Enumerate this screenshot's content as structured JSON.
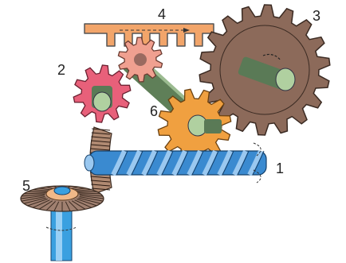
{
  "labels": {
    "worm": "1",
    "small_gear": "2",
    "large_gear": "3",
    "rack": "4",
    "bevel_gear": "5",
    "middle_gear": "6"
  },
  "colors": {
    "background": "#ffffff",
    "rack": "#f2a56a",
    "large_gear": "#8c6a5a",
    "small_gear": "#e8607a",
    "pinion_gear": "#f0a090",
    "middle_gear": "#f0a040",
    "shaft": "#7a9a70",
    "shaft_end": "#b0d0a0",
    "worm": "#3a8ad0",
    "worm_light": "#9ac8f0",
    "bevel": "#a08070",
    "bevel_shaft": "#3aa0e0",
    "outline": "#333333"
  }
}
